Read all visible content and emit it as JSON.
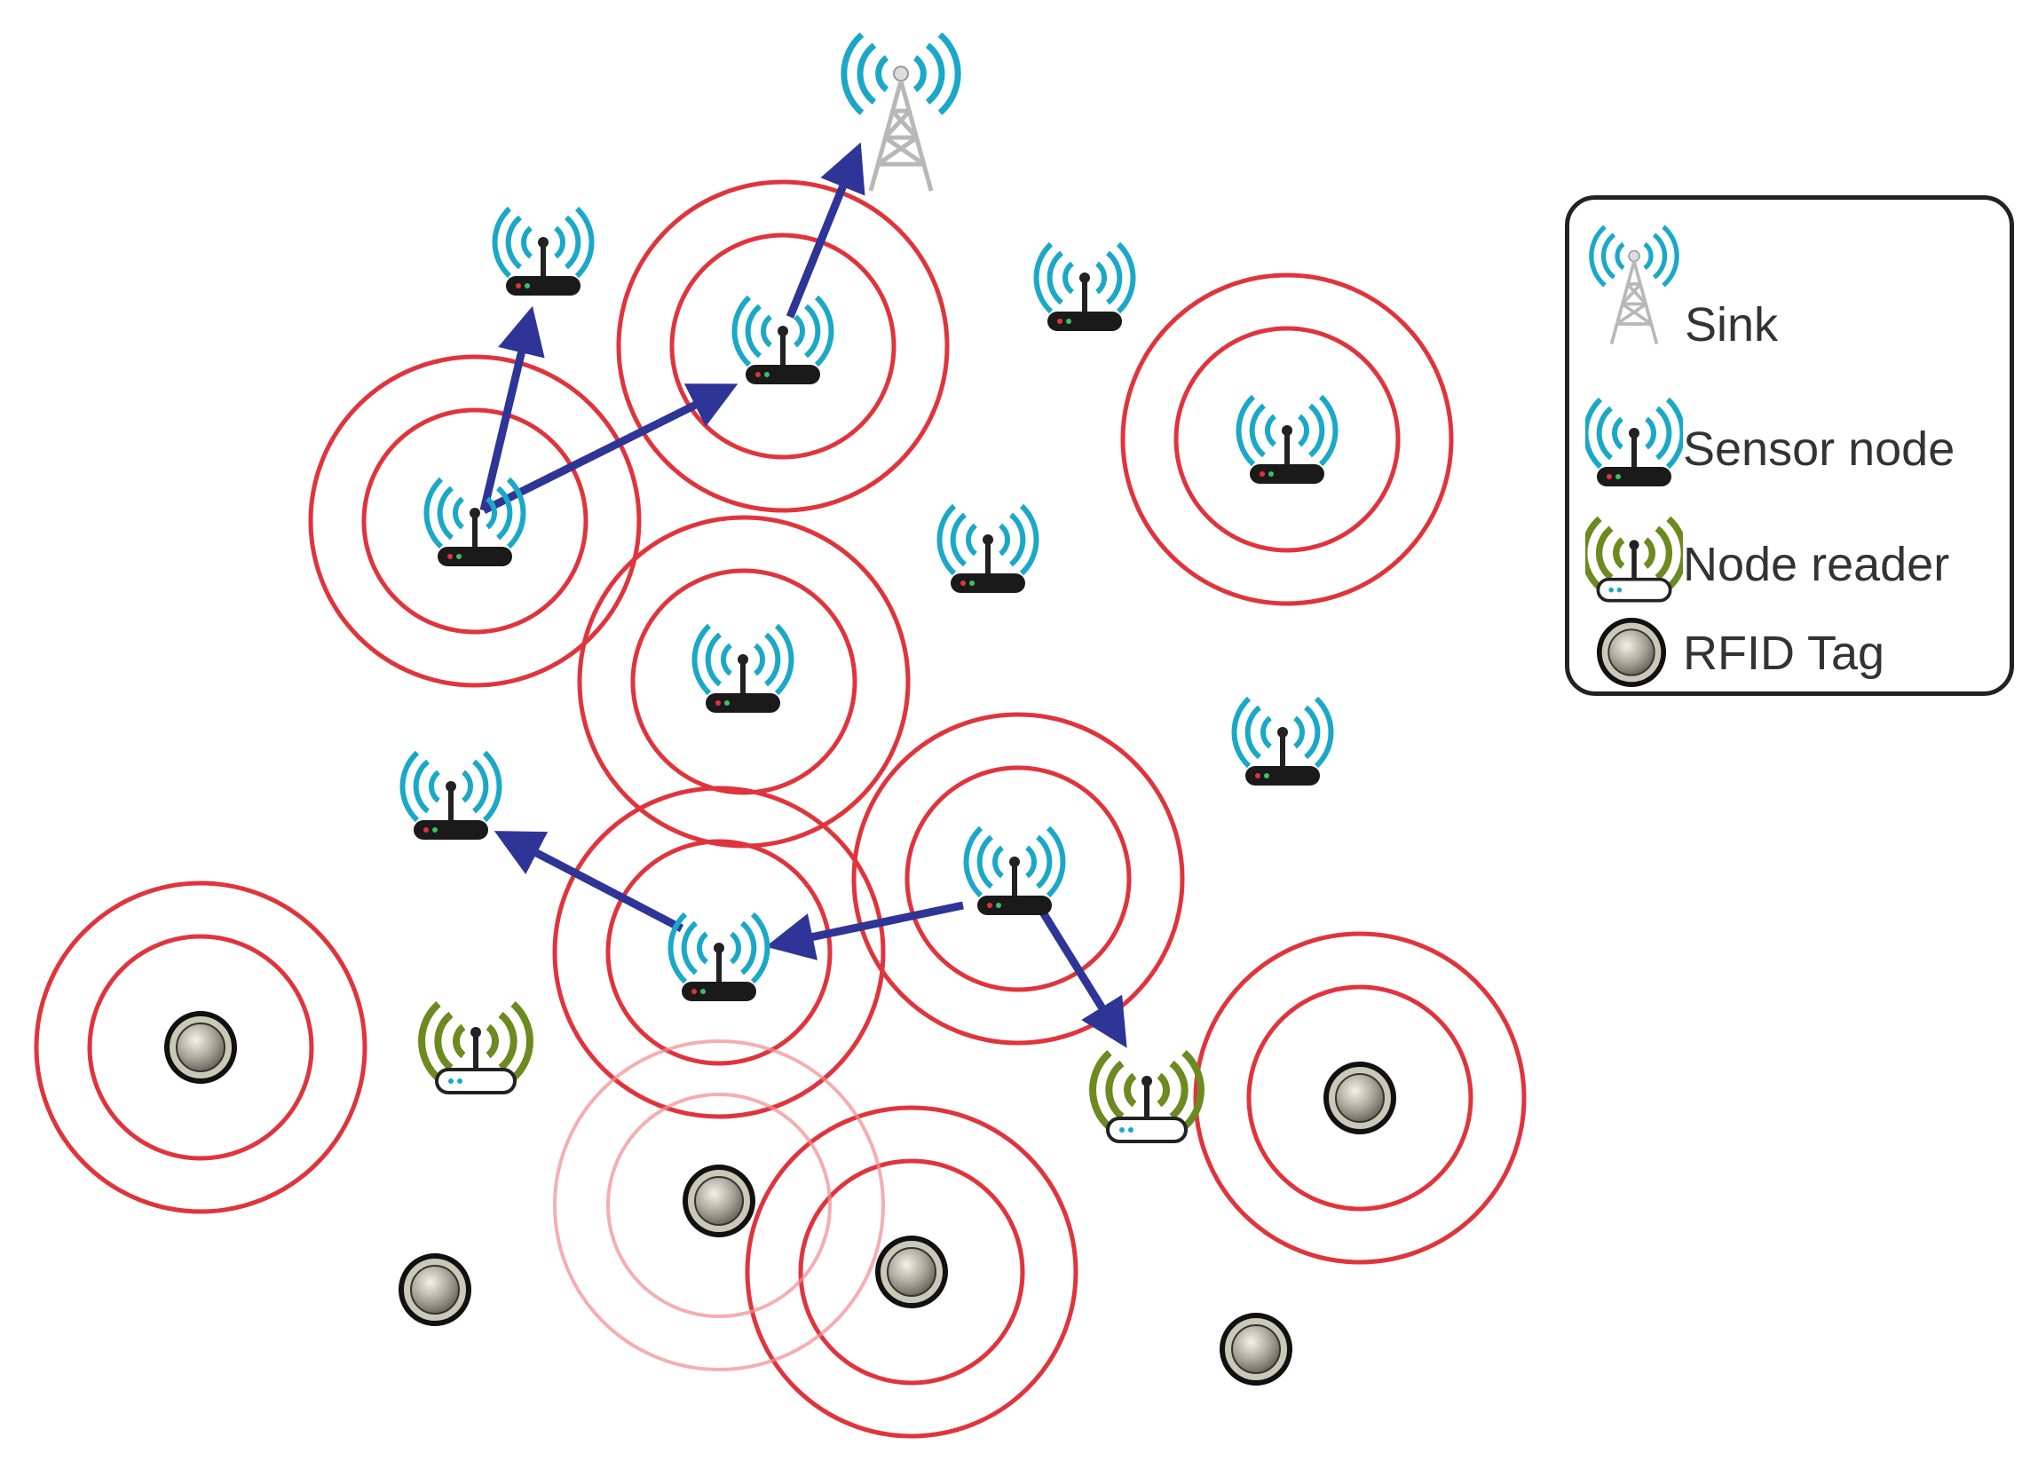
{
  "legend": {
    "sink": "Sink",
    "sensor_node": "Sensor node",
    "node_reader": "Node reader",
    "rfid_tag": "RFID Tag"
  },
  "colors": {
    "range_ring": "#e0343c",
    "arrow": "#2e3596",
    "wifi_waves": "#1aa8c8",
    "reader_waves": "#6b8a1f",
    "device_body": "#1a1a1a",
    "tag_fill": "#9a9a8c"
  },
  "icons": [
    "sink-tower-icon",
    "sensor-node-icon",
    "node-reader-icon",
    "rfid-tag-icon"
  ]
}
